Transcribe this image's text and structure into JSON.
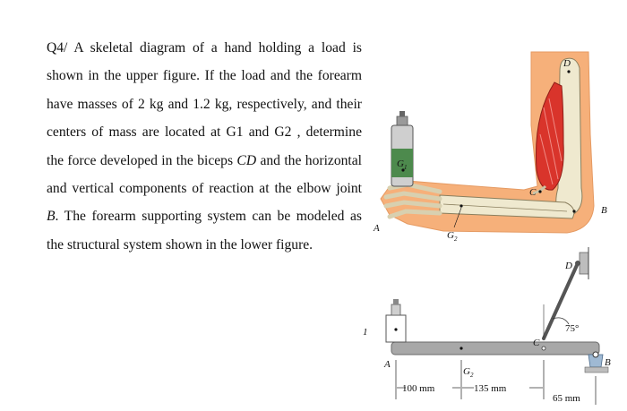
{
  "question": {
    "p1": "Q4/ A skeletal diagram of a hand holding a load is shown in the upper figure. If the load and the forearm have masses of 2 kg and 1.2 kg, respectively, and their centers of mass are located at  G1 and G2 , determine the force developed in the biceps ",
    "cd": "CD",
    "p2": " and the horizontal and vertical components of reaction at the elbow joint ",
    "b": "B",
    "p3": ". The forearm supporting system can be modeled as the structural system shown in the lower figure."
  },
  "upper_figure": {
    "label_d": "D",
    "label_g1": "G",
    "label_g1_sub": "1",
    "label_c": "C",
    "label_b": "B",
    "label_a": "A",
    "label_g2": "G",
    "label_g2_sub": "2"
  },
  "lower_figure": {
    "label_g1_partial": "1",
    "label_d": "D",
    "label_c": "C",
    "angle": "75°",
    "label_b": "B",
    "label_a": "A",
    "label_g2": "G",
    "label_g2_sub": "2",
    "dim_1": "100 mm",
    "dim_2": "135 mm",
    "dim_3": "65 mm"
  },
  "colors": {
    "skin": "#f6b07a",
    "bone": "#efe9cf",
    "muscle": "#d9342b",
    "beam": "#a8a8a8",
    "can_green": "#4d8a4d"
  }
}
